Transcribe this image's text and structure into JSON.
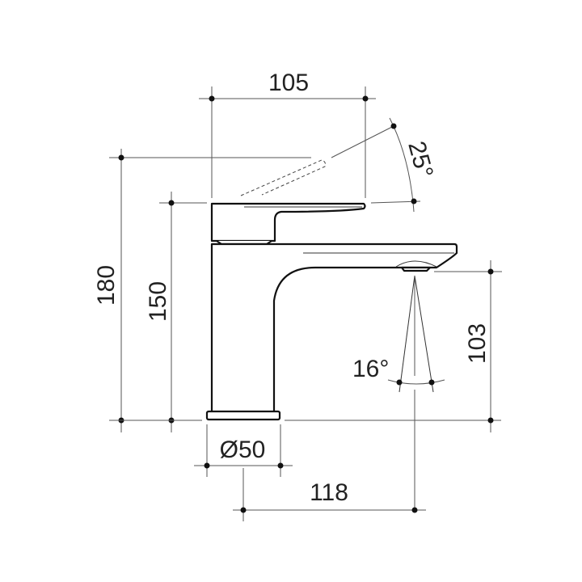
{
  "drawing": {
    "subject": "basin mixer side elevation",
    "dimensions": {
      "lever_length": "105",
      "lever_angle": "25°",
      "overall_height": "180",
      "body_height": "150",
      "spout_height": "103",
      "spray_angle": "16°",
      "base_diameter": "Ø50",
      "spout_reach": "118"
    },
    "colors": {
      "line": "#111111",
      "dimension_line": "#555555",
      "background": "#ffffff"
    }
  }
}
